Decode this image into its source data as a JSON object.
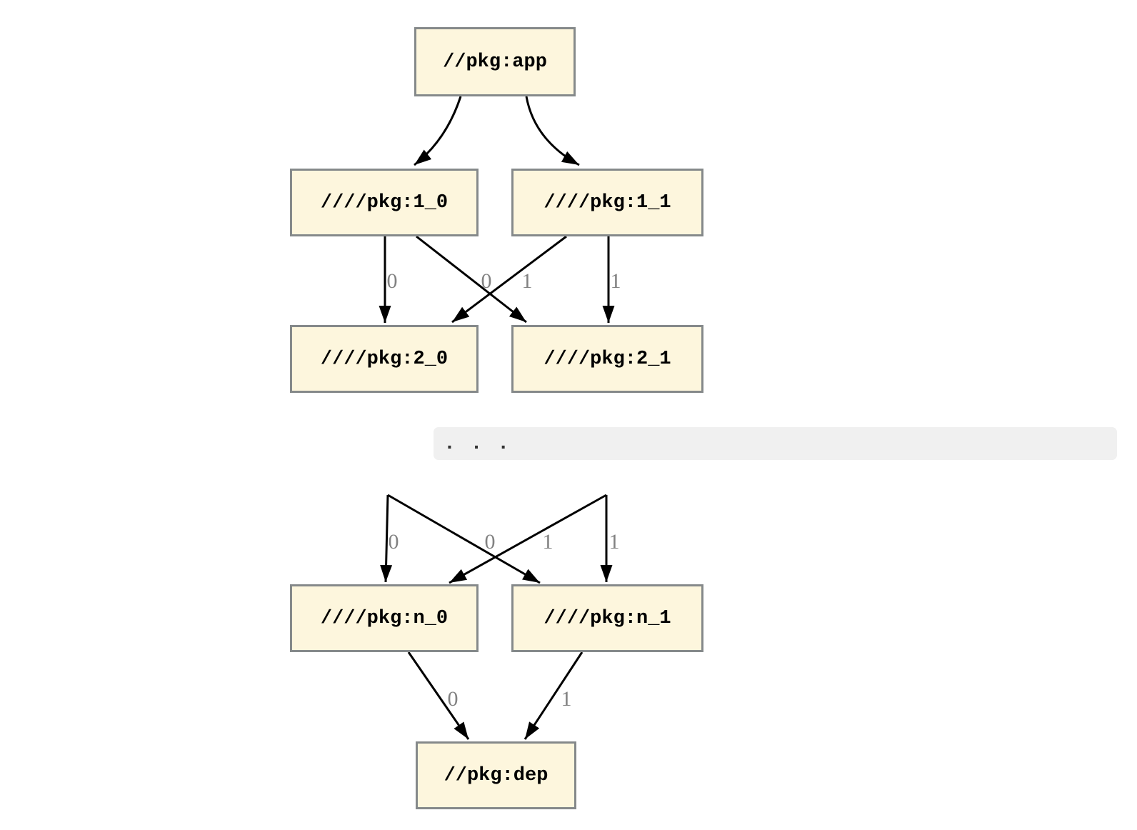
{
  "diagram": {
    "kind": "dependency-graph",
    "nodes": [
      {
        "id": "app",
        "label": "//pkg:app"
      },
      {
        "id": "1_0",
        "label": "////pkg:1_0"
      },
      {
        "id": "1_1",
        "label": "////pkg:1_1"
      },
      {
        "id": "2_0",
        "label": "////pkg:2_0"
      },
      {
        "id": "2_1",
        "label": "////pkg:2_1"
      },
      {
        "id": "n_0",
        "label": "////pkg:n_0"
      },
      {
        "id": "n_1",
        "label": "////pkg:n_1"
      },
      {
        "id": "dep",
        "label": "//pkg:dep"
      }
    ],
    "ellipsis": ". . .",
    "edges": [
      {
        "from": "app",
        "to": "1_0",
        "label": ""
      },
      {
        "from": "app",
        "to": "1_1",
        "label": ""
      },
      {
        "from": "1_0",
        "to": "2_0",
        "label": "0"
      },
      {
        "from": "1_1",
        "to": "2_0",
        "label": "0"
      },
      {
        "from": "1_0",
        "to": "2_1",
        "label": "1"
      },
      {
        "from": "1_1",
        "to": "2_1",
        "label": "1"
      },
      {
        "from": "...",
        "to": "n_0",
        "label": "0"
      },
      {
        "from": "...",
        "to": "n_0",
        "label": "0"
      },
      {
        "from": "...",
        "to": "n_1",
        "label": "1"
      },
      {
        "from": "...",
        "to": "n_1",
        "label": "1"
      },
      {
        "from": "n_0",
        "to": "dep",
        "label": "0"
      },
      {
        "from": "n_1",
        "to": "dep",
        "label": "1"
      }
    ],
    "colors": {
      "node_fill": "#fdf6dd",
      "node_border": "#85898a",
      "edge": "#000000",
      "edge_label": "#828282",
      "ellipsis_band": "#f0f0f0",
      "background": "#ffffff"
    }
  }
}
